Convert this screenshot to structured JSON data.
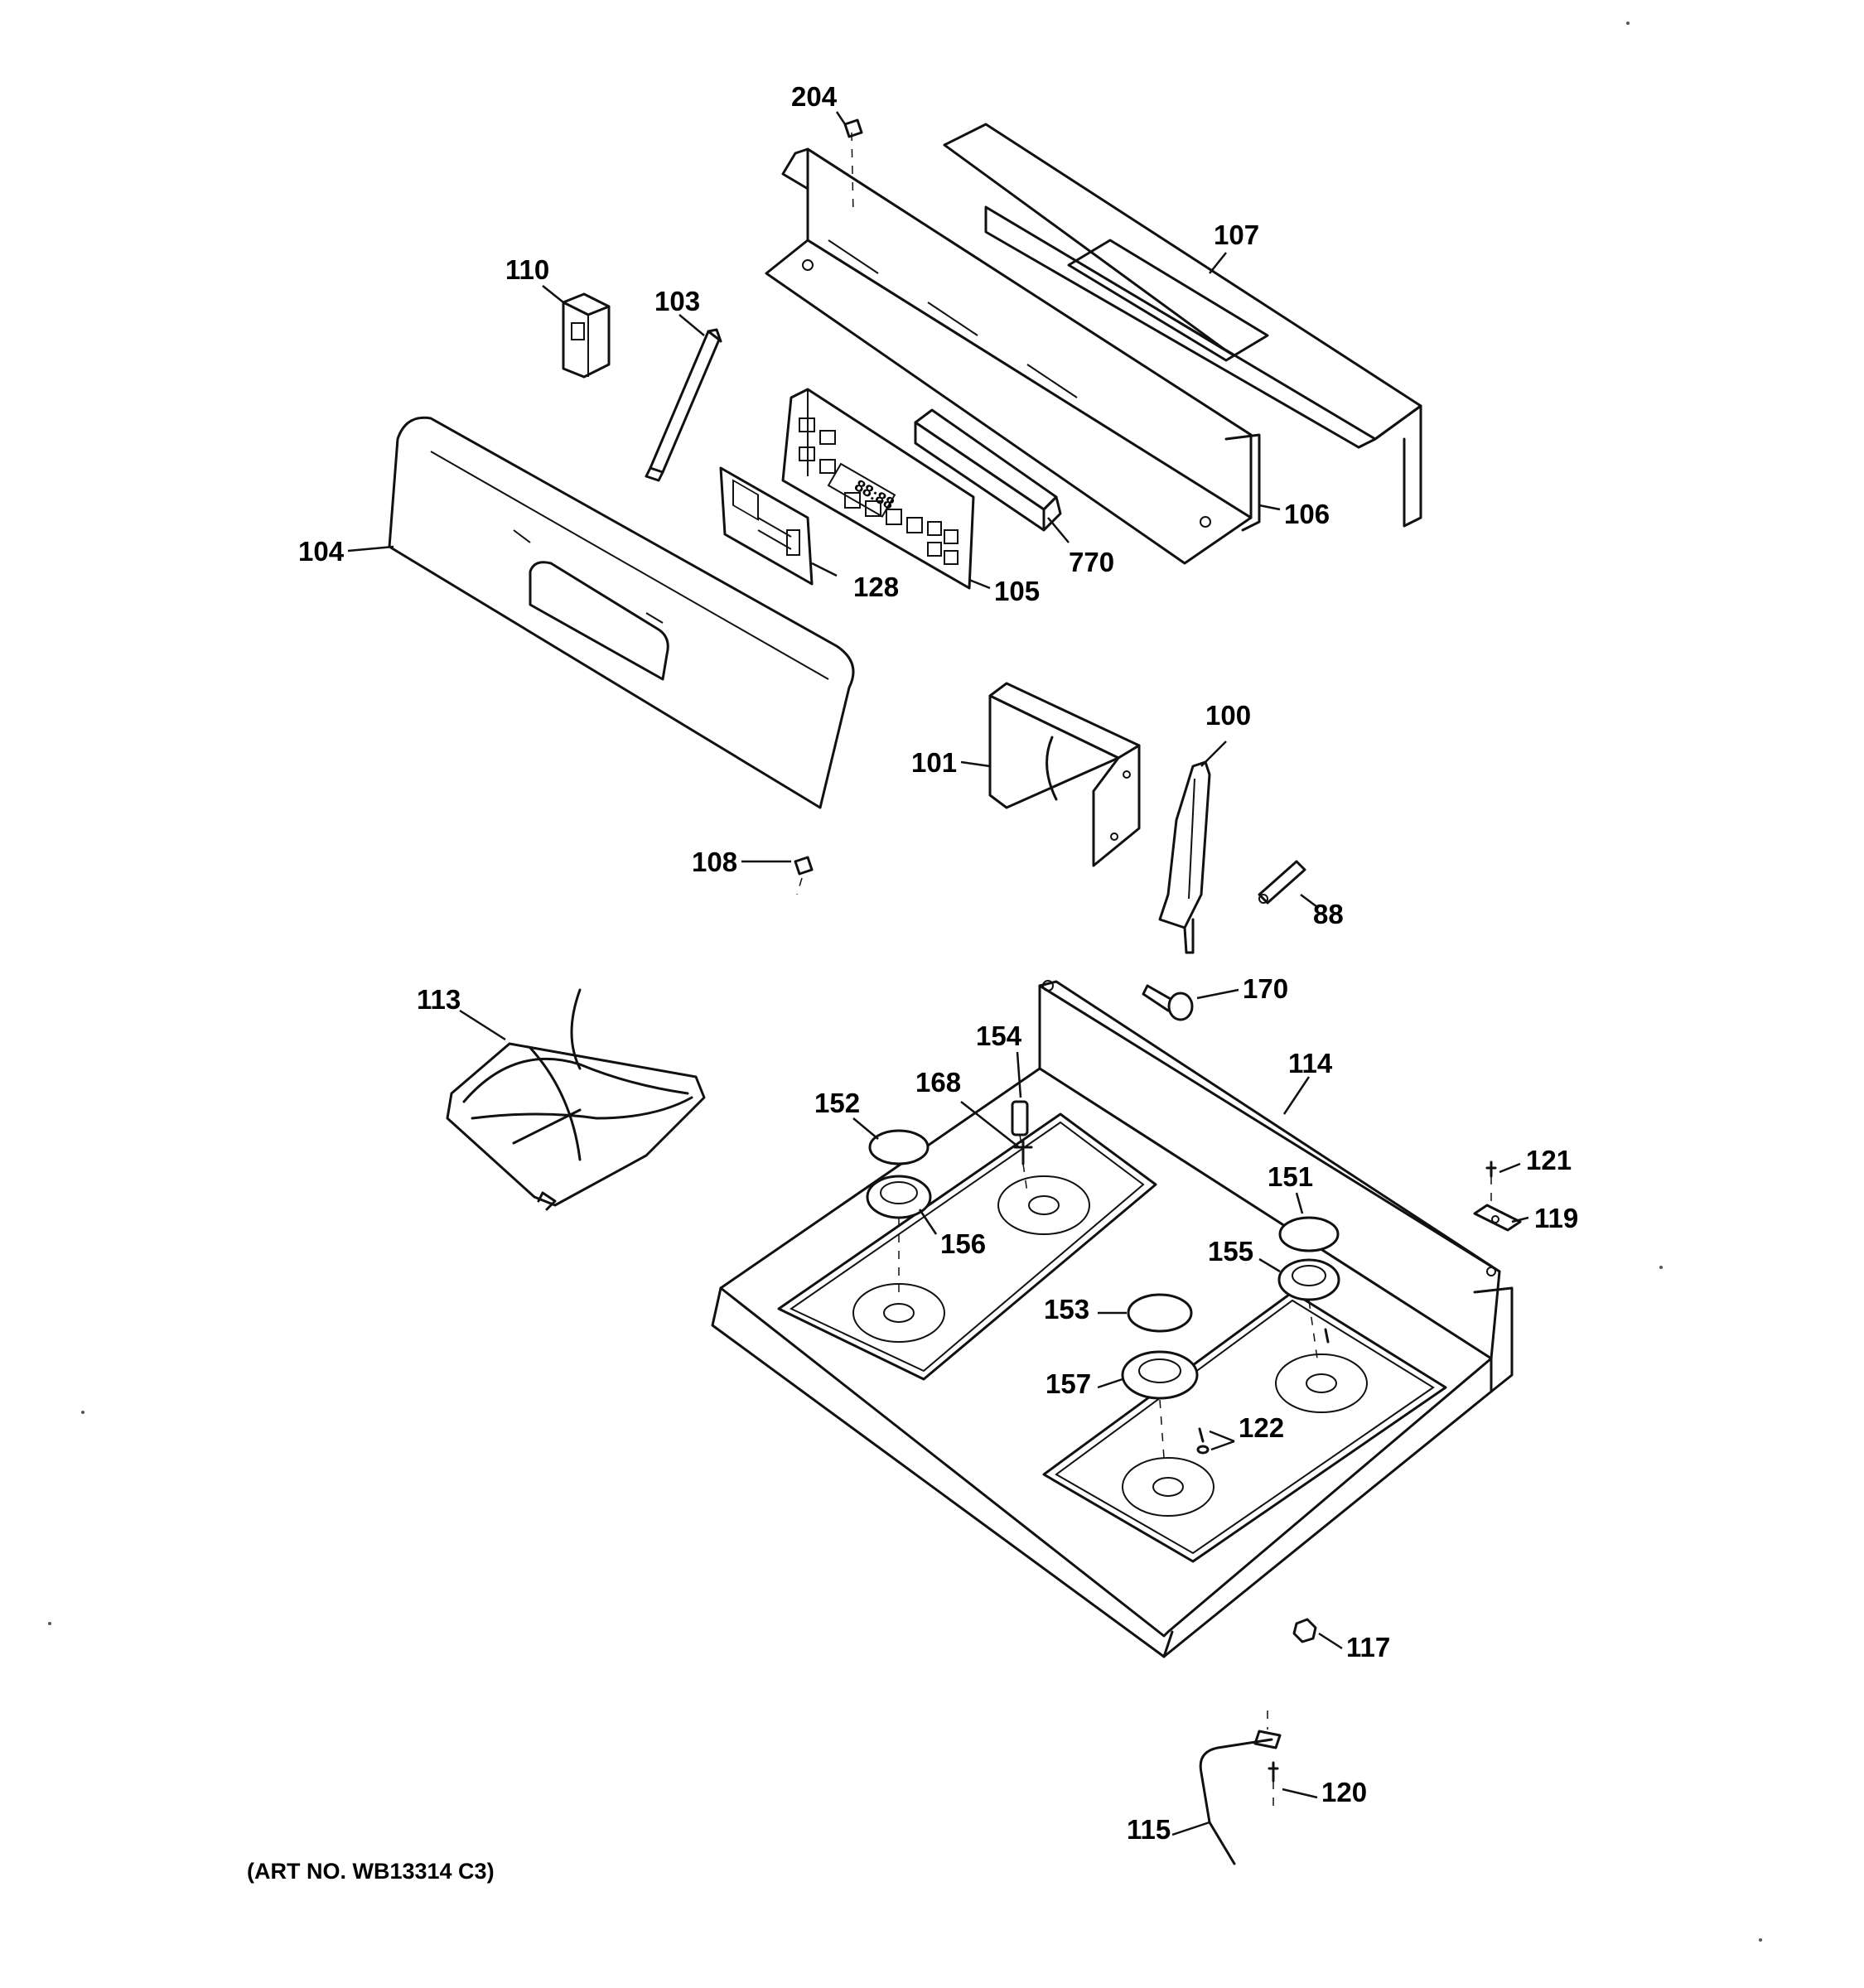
{
  "callouts": {
    "c204": "204",
    "c107": "107",
    "c110": "110",
    "c103": "103",
    "c104": "104",
    "c106": "106",
    "c770": "770",
    "c128": "128",
    "c105": "105",
    "c101": "101",
    "c100": "100",
    "c108": "108",
    "c88": "88",
    "c113": "113",
    "c170": "170",
    "c154": "154",
    "c114": "114",
    "c168": "168",
    "c152": "152",
    "c121": "121",
    "c151": "151",
    "c119": "119",
    "c156": "156",
    "c155": "155",
    "c153": "153",
    "c157": "157",
    "c122": "122",
    "c117": "117",
    "c120": "120",
    "c115": "115"
  },
  "art_number": "(ART NO. WB13314 C3)",
  "clock_display": "88:88"
}
